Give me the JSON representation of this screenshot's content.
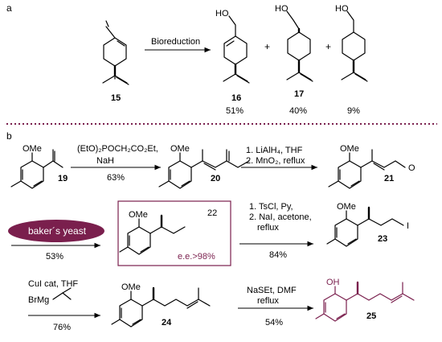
{
  "panel_a": {
    "label": "a",
    "arrow_label": "Bioreduction",
    "plus": "+",
    "compounds": [
      {
        "number": "15",
        "yield": ""
      },
      {
        "number": "16",
        "yield": "51%",
        "substituent": "HO"
      },
      {
        "number": "17",
        "yield": "40%",
        "substituent": "HO"
      },
      {
        "number": "",
        "yield": "9%",
        "substituent": "HO"
      }
    ]
  },
  "panel_b": {
    "label": "b",
    "step1": {
      "reagent_line1": "(EtO)₂POCH₂CO₂Et,",
      "reagent_line2": "NaH",
      "yield": "63%"
    },
    "step2": {
      "line1": "1. LiAlH₄, THF",
      "line2": "2. MnO₂, reflux"
    },
    "step3": {
      "reagent": "baker´s yeast",
      "yield": "53%"
    },
    "step4": {
      "line1": "1. TsCl, Py,",
      "line2": "2. NaI, acetone,",
      "line3": "reflux",
      "yield": "84%"
    },
    "step5": {
      "line1": "CuI cat, THF",
      "line2": "BrMg",
      "yield": "76%"
    },
    "step6": {
      "line1": "NaSEt, DMF",
      "line2": "reflux",
      "yield": "54%"
    },
    "compounds": {
      "c19": {
        "number": "19",
        "label": "OMe"
      },
      "c20": {
        "number": "20",
        "label": "OMe"
      },
      "c21": {
        "number": "21",
        "label": "OMe"
      },
      "c22": {
        "number": "22",
        "label": "OMe",
        "ee": "e.e.>98%"
      },
      "c23": {
        "number": "23",
        "label": "OMe",
        "iodo": "I"
      },
      "c24": {
        "number": "24",
        "label": "OMe"
      },
      "c25": {
        "number": "25",
        "label": "OH"
      }
    },
    "colors": {
      "highlight": "#7a1f4d",
      "divider": "#7a1f4d"
    }
  }
}
